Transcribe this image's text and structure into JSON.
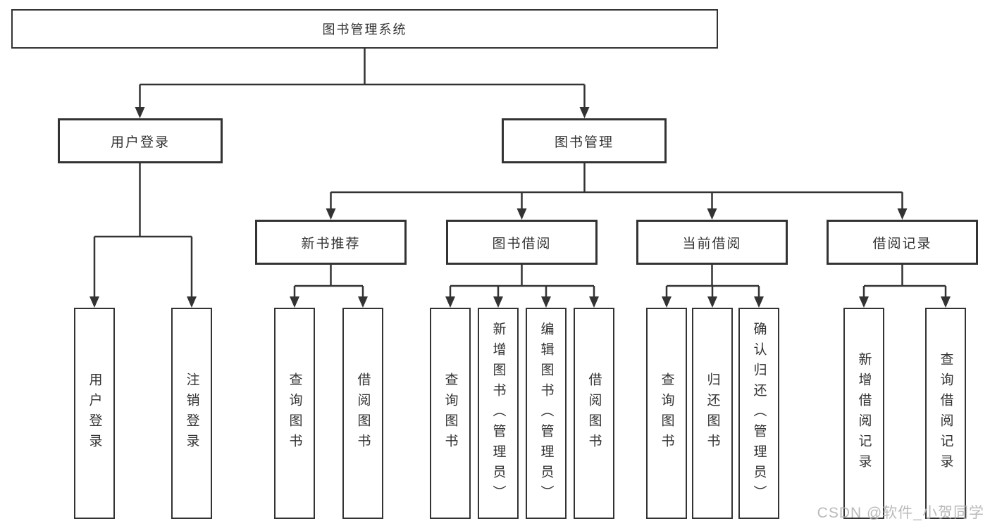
{
  "diagram": {
    "title": "图书管理系统",
    "root": {
      "label": "图书管理系统"
    },
    "level2": [
      {
        "label": "用户登录"
      },
      {
        "label": "图书管理"
      }
    ],
    "level3": [
      {
        "label": "新书推荐"
      },
      {
        "label": "图书借阅"
      },
      {
        "label": "当前借阅"
      },
      {
        "label": "借阅记录"
      }
    ],
    "leaves": {
      "user_login": [
        {
          "label": "用户登录"
        },
        {
          "label": "注销登录"
        }
      ],
      "new_book_recommend": [
        {
          "label": "查询图书"
        },
        {
          "label": "借阅图书"
        }
      ],
      "book_borrow": [
        {
          "label": "查询图书"
        },
        {
          "label": "新增图书（管理员）"
        },
        {
          "label": "编辑图书（管理员）"
        },
        {
          "label": "借阅图书"
        }
      ],
      "current_borrow": [
        {
          "label": "查询图书"
        },
        {
          "label": "归还图书"
        },
        {
          "label": "确认归还（管理员）"
        }
      ],
      "borrow_record": [
        {
          "label": "新增借阅记录"
        },
        {
          "label": "查询借阅记录"
        }
      ]
    },
    "watermark": "CSDN @软件_小贺同学",
    "colors": {
      "line": "#333333",
      "text": "#333333",
      "background": "#ffffff",
      "watermark": "#b3b3b3"
    }
  }
}
